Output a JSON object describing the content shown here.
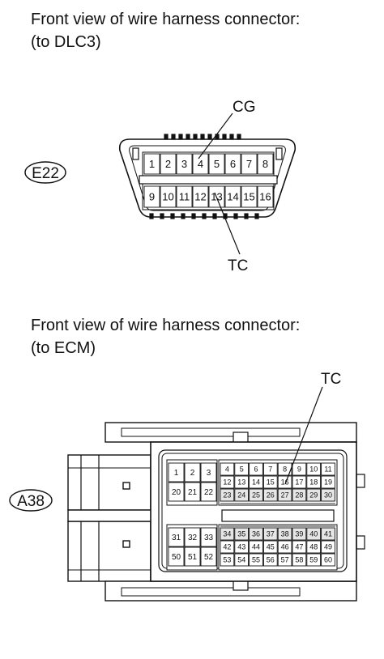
{
  "dlc3_section": {
    "caption_line1": "Front view of wire harness connector:",
    "caption_line2": "(to DLC3)",
    "connector_id": "E22",
    "top_label": "CG",
    "bottom_label": "TC",
    "pins_top": [
      "1",
      "2",
      "3",
      "4",
      "5",
      "6",
      "7",
      "8"
    ],
    "pins_bottom": [
      "9",
      "10",
      "11",
      "12",
      "13",
      "14",
      "15",
      "16"
    ]
  },
  "ecm_section": {
    "caption_line1": "Front view of wire harness connector:",
    "caption_line2": "(to ECM)",
    "connector_id": "A38",
    "top_label": "TC",
    "left_block_top": [
      [
        "1",
        "2",
        "3"
      ],
      [
        "20",
        "21",
        "22"
      ]
    ],
    "left_block_bottom": [
      [
        "31",
        "32",
        "33"
      ],
      [
        "50",
        "51",
        "52"
      ]
    ],
    "right_block_top": [
      [
        "4",
        "5",
        "6",
        "7",
        "8",
        "9",
        "10",
        "11"
      ],
      [
        "12",
        "13",
        "14",
        "15",
        "16",
        "17",
        "18",
        "19"
      ],
      [
        "23",
        "24",
        "25",
        "26",
        "27",
        "28",
        "29",
        "30"
      ]
    ],
    "right_block_bottom": [
      [
        "34",
        "35",
        "36",
        "37",
        "38",
        "39",
        "40",
        "41"
      ],
      [
        "42",
        "43",
        "44",
        "45",
        "46",
        "47",
        "48",
        "49"
      ],
      [
        "53",
        "54",
        "55",
        "56",
        "57",
        "58",
        "59",
        "60"
      ]
    ]
  }
}
